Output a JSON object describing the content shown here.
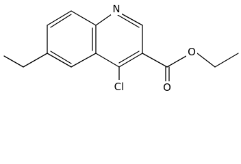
{
  "structure": {
    "atoms": {
      "n1": "N",
      "cl": "Cl",
      "o_ester": "O",
      "o_carbonyl": "O"
    }
  }
}
